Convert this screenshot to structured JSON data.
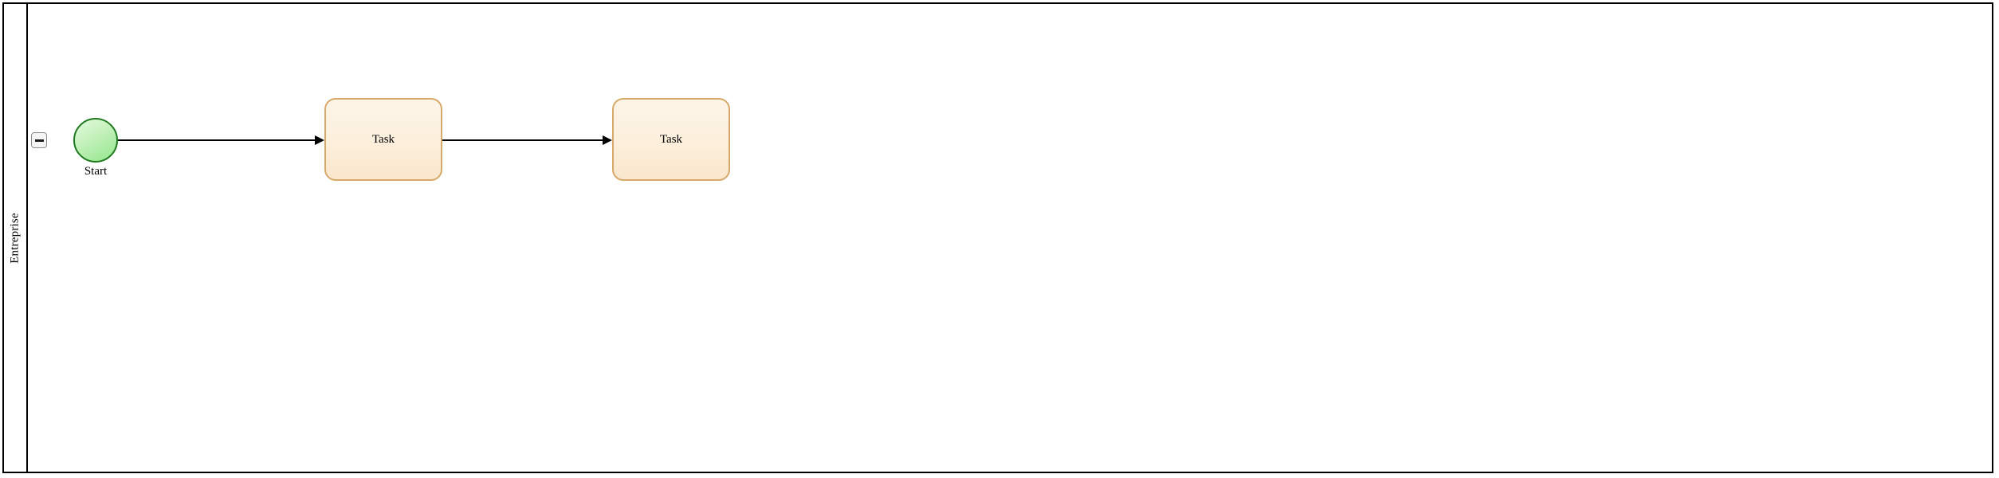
{
  "diagram": {
    "type": "bpmn-process",
    "background_color": "#ffffff",
    "pool": {
      "border_color": "#000000",
      "lane": {
        "name": "Entreprise",
        "collapse_button": {
          "state": "expanded",
          "icon": "minus-icon",
          "fill_color": "#f5f5f5",
          "border_color": "#8a8a8a"
        }
      }
    },
    "nodes": [
      {
        "id": "start-event",
        "type": "start-event",
        "shape": "circle",
        "label": "Start",
        "label_position": "below",
        "fill_color": "#93e68c",
        "border_color": "#1f7a1f"
      },
      {
        "id": "task-1",
        "type": "task",
        "shape": "rounded-rectangle",
        "label": "Task",
        "label_position": "center",
        "fill_color": "#fcf0de",
        "border_color": "#d6a96b"
      },
      {
        "id": "task-2",
        "type": "task",
        "shape": "rounded-rectangle",
        "label": "Task",
        "label_position": "center",
        "fill_color": "#fcf0de",
        "border_color": "#d6a96b"
      }
    ],
    "flows": [
      {
        "id": "flow-1",
        "type": "sequence-flow",
        "source": "start-event",
        "target": "task-1",
        "label": "",
        "color": "#000000"
      },
      {
        "id": "flow-2",
        "type": "sequence-flow",
        "source": "task-1",
        "target": "task-2",
        "label": "",
        "color": "#000000"
      }
    ]
  }
}
